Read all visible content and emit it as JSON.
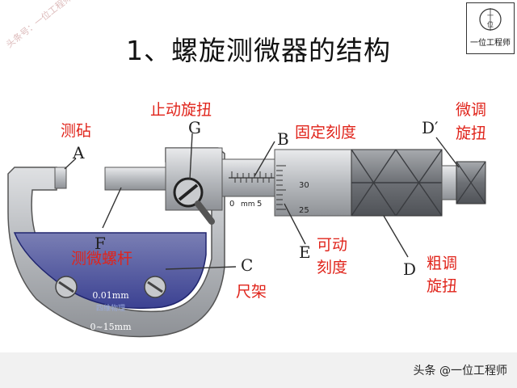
{
  "title": "1、螺旋测微器的结构",
  "watermark": "头条号：一位工程师",
  "logo": {
    "top_char": "一",
    "bottom_char": "位",
    "caption": "一位工程师"
  },
  "labels": {
    "anvil": "测砧",
    "anvil_letter": "A",
    "lock": "止动旋扭",
    "lock_letter": "G",
    "fixed_scale": "固定刻度",
    "fixed_letter": "B",
    "fine_knob_line1": "微调",
    "fine_knob_line2": "旋扭",
    "fine_letter": "D′",
    "spindle": "测微螺杆",
    "spindle_letter": "F",
    "frame": "尺架",
    "frame_letter": "C",
    "thimble_line1": "可动",
    "thimble_line2": "刻度",
    "thimble_letter": "E",
    "coarse_line1": "粗调",
    "coarse_line2": "旋扭",
    "coarse_letter": "D"
  },
  "scale_marks": {
    "fixed_zero": "0",
    "fixed_unit": "mm",
    "fixed_five": "5",
    "thimble_30": "30",
    "thimble_25": "25"
  },
  "frame_text": {
    "resolution": "0.01mm",
    "brand": "四维物理",
    "range": "0~15mm"
  },
  "credit": "头条 @一位工程师",
  "colors": {
    "label_red": "#e0241b",
    "frame_blue": "#2f3a9c",
    "metal": "#b9bcc0"
  }
}
